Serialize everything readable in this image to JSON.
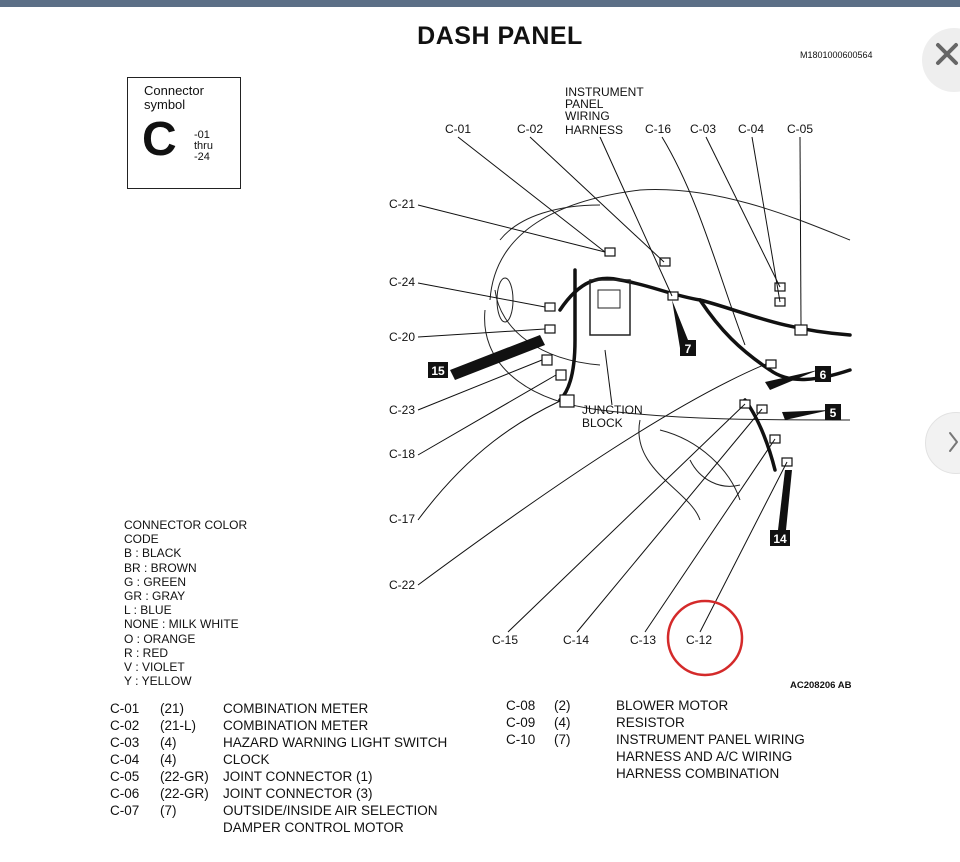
{
  "header": {
    "title": "DASH PANEL",
    "doc_id": "M1801000600564"
  },
  "connector_symbol": {
    "label": "Connector symbol",
    "letter": "C",
    "range": [
      "-01",
      "thru",
      "-24"
    ]
  },
  "figure_id": "AC208206 AB",
  "diagram_labels": {
    "harness": [
      "INSTRUMENT",
      "PANEL",
      "WIRING",
      "HARNESS"
    ],
    "junction": [
      "JUNCTION",
      "BLOCK"
    ],
    "c01": "C-01",
    "c02": "C-02",
    "c16": "C-16",
    "c03": "C-03",
    "c04": "C-04",
    "c05": "C-05",
    "c21": "C-21",
    "c24": "C-24",
    "c20": "C-20",
    "c23": "C-23",
    "c18": "C-18",
    "c17": "C-17",
    "c22": "C-22",
    "c15": "C-15",
    "c14": "C-14",
    "c13": "C-13",
    "c12": "C-12",
    "m7": "7",
    "m15": "15",
    "m6": "6",
    "m5": "5",
    "m14": "14"
  },
  "color_code": {
    "title": [
      "CONNECTOR COLOR",
      "CODE"
    ],
    "entries": [
      "B : BLACK",
      "BR : BROWN",
      "G : GREEN",
      "GR : GRAY",
      "L : BLUE",
      "NONE : MILK WHITE",
      "O : ORANGE",
      "R : RED",
      "V : VIOLET",
      "Y : YELLOW"
    ]
  },
  "connectors_left": [
    {
      "code": "C-01",
      "pins": "(21)",
      "name": "COMBINATION METER"
    },
    {
      "code": "C-02",
      "pins": "(21-L)",
      "name": "COMBINATION METER"
    },
    {
      "code": "C-03",
      "pins": "(4)",
      "name": "HAZARD WARNING LIGHT SWITCH"
    },
    {
      "code": "C-04",
      "pins": "(4)",
      "name": "CLOCK"
    },
    {
      "code": "C-05",
      "pins": "(22-GR)",
      "name": "JOINT CONNECTOR (1)"
    },
    {
      "code": "C-06",
      "pins": "(22-GR)",
      "name": "JOINT CONNECTOR (3)"
    },
    {
      "code": "C-07",
      "pins": "(7)",
      "name": "OUTSIDE/INSIDE AIR SELECTION"
    },
    {
      "code": "",
      "pins": "",
      "name": "DAMPER CONTROL MOTOR"
    }
  ],
  "connectors_right": [
    {
      "code": "C-08",
      "pins": "(2)",
      "name": "BLOWER MOTOR"
    },
    {
      "code": "C-09",
      "pins": "(4)",
      "name": "RESISTOR"
    },
    {
      "code": "C-10",
      "pins": "(7)",
      "name": "INSTRUMENT PANEL WIRING"
    },
    {
      "code": "",
      "pins": "",
      "name": "HARNESS AND A/C WIRING"
    },
    {
      "code": "",
      "pins": "",
      "name": "HARNESS COMBINATION"
    }
  ],
  "colors": {
    "highlight": "#d42a2a",
    "topbar": "#5c6f86"
  },
  "icons": {
    "close": "close-icon",
    "next": "chevron-right-icon"
  }
}
